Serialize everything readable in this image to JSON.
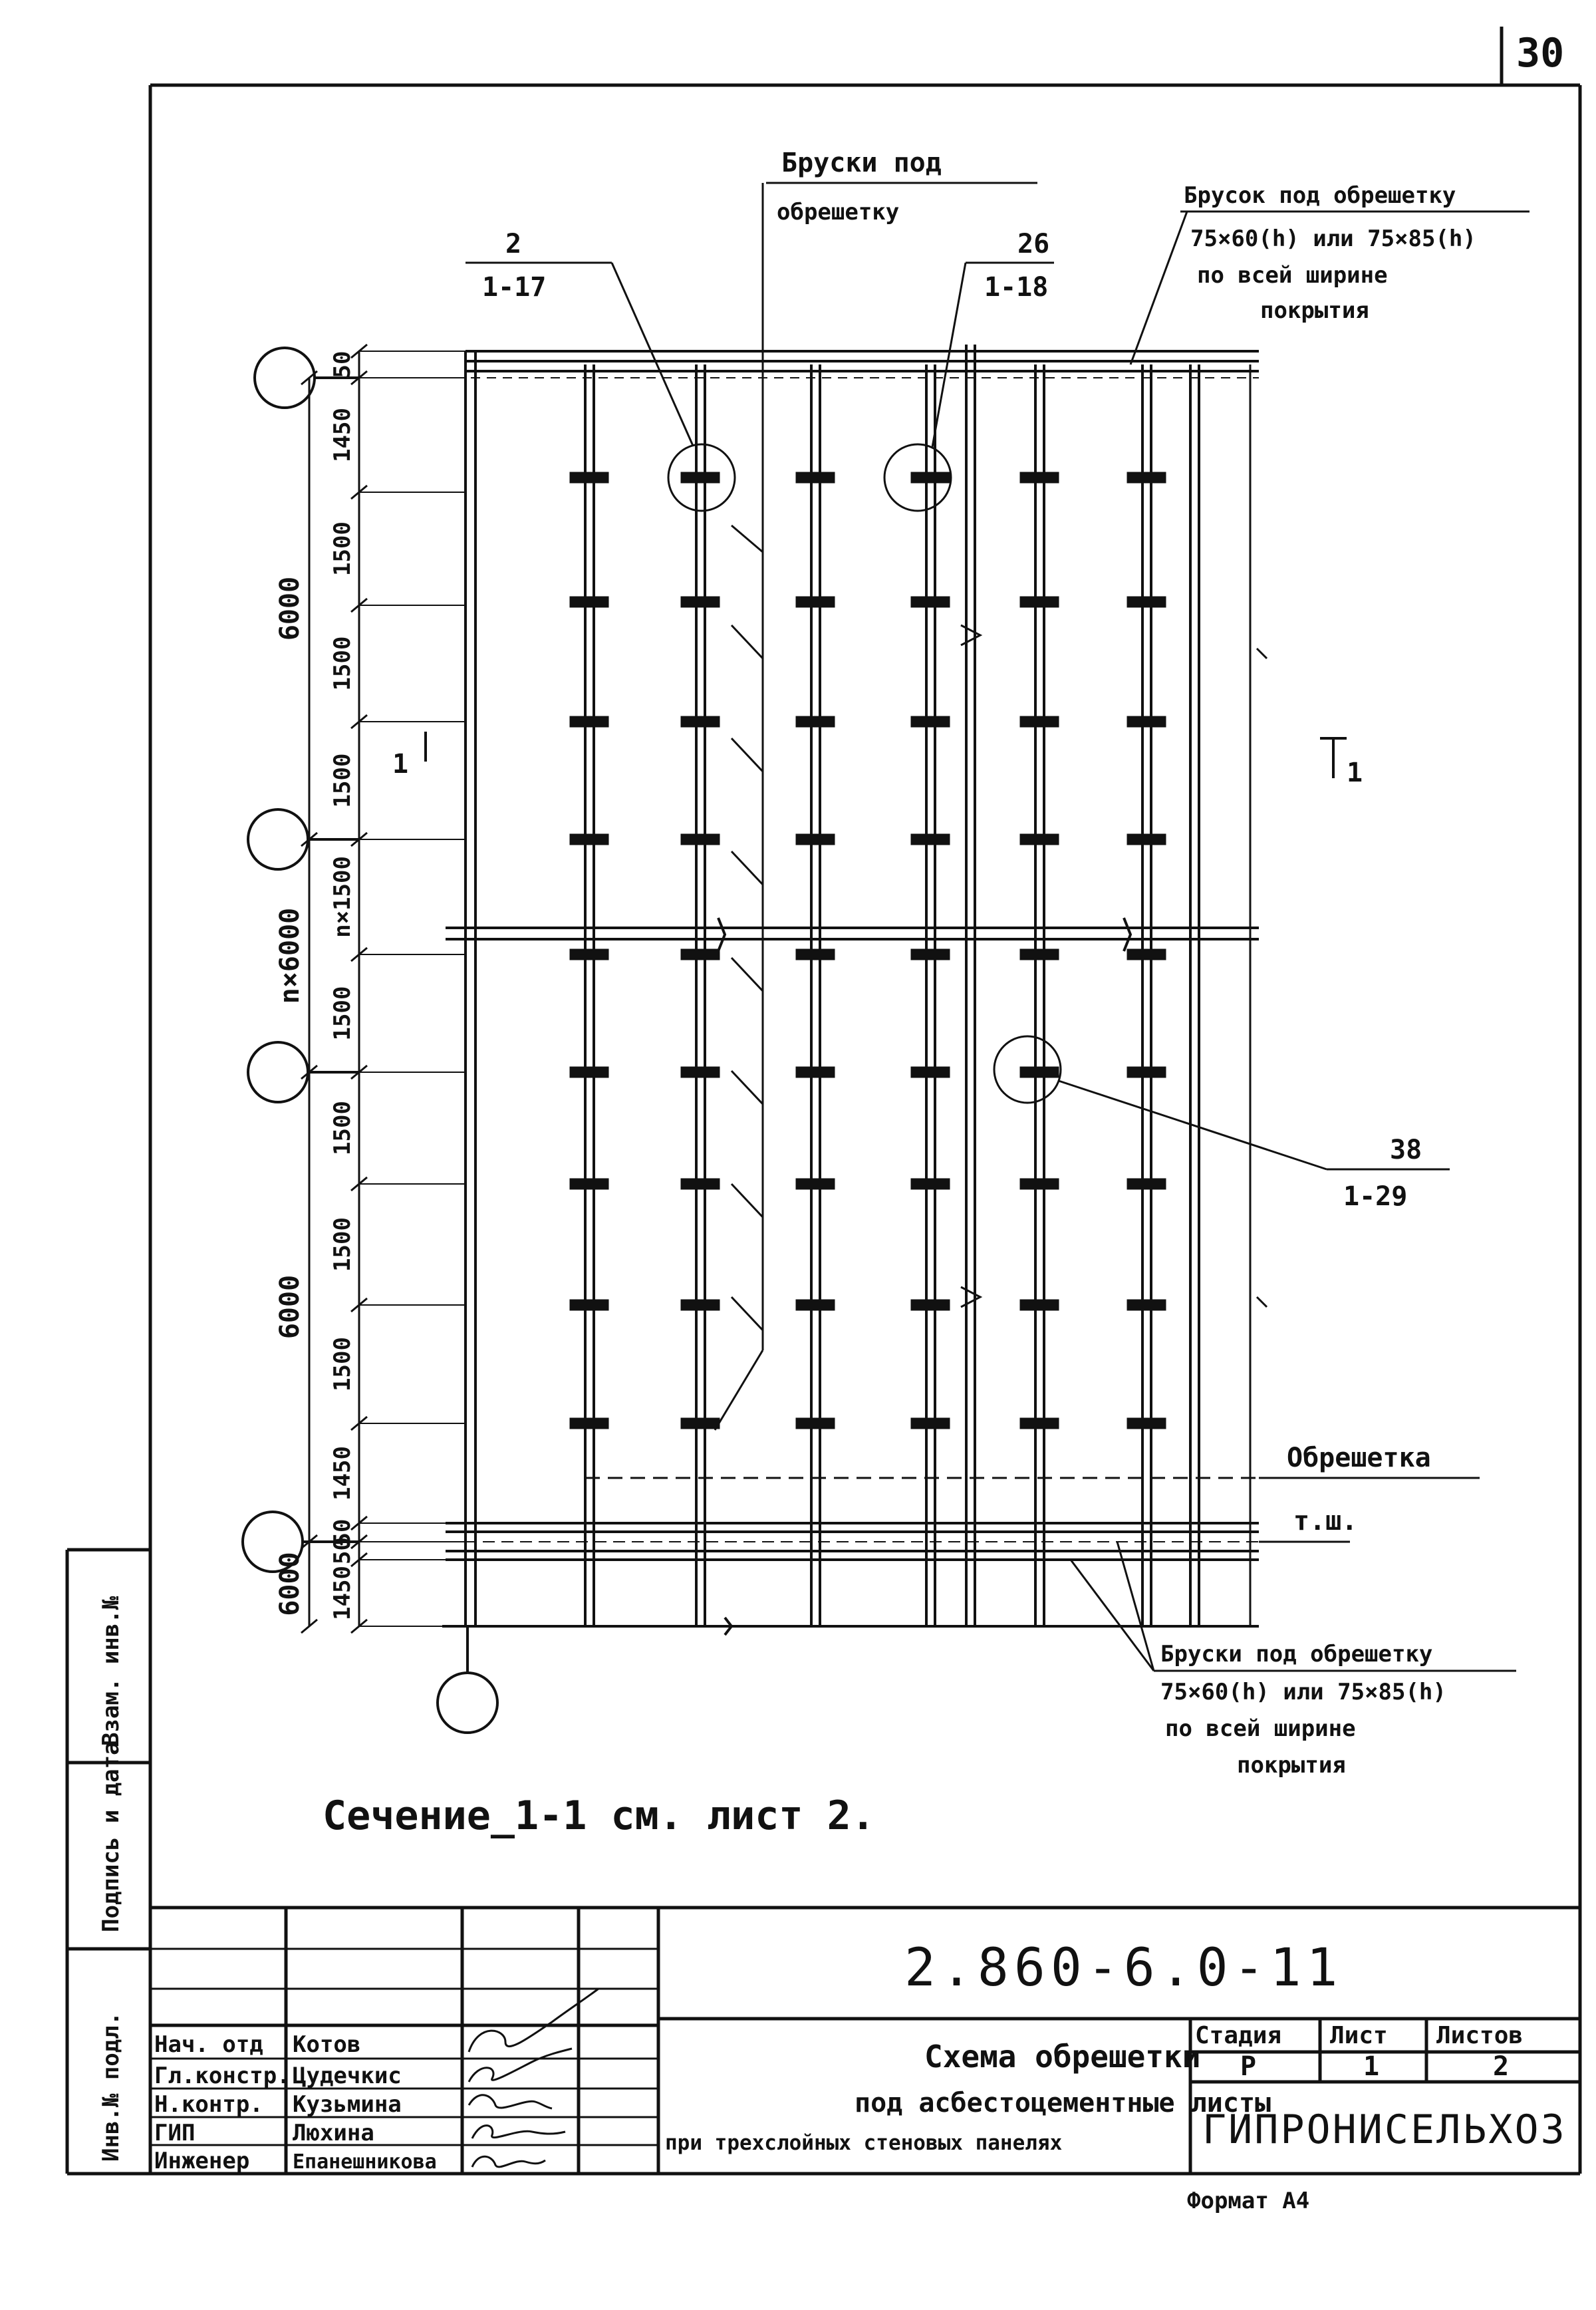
{
  "page_number": "30",
  "labels": {
    "bars_under_lathing_top": [
      "Бруски под",
      "обрешетку"
    ],
    "bar_under_lathing_right": [
      "Брусок под обрешетку",
      "75×60(h) или 75×85(h)",
      "по всей ширине",
      "покрытия"
    ],
    "bars_under_lathing_bottom": [
      "Бруски под обрешетку",
      "75×60(h) или 75×85(h)",
      "по всей ширине",
      "покрытия"
    ],
    "lathing": "Обрешетка",
    "ridge": "т.ш.",
    "section_note": "Сечение_1-1 см. лист 2.",
    "section_mark_left": "1",
    "section_mark_right": "1"
  },
  "callouts": [
    {
      "top": "2",
      "bottom": "1-17"
    },
    {
      "top": "26",
      "bottom": "1-18"
    },
    {
      "top": "38",
      "bottom": "1-29"
    }
  ],
  "dimensions": {
    "inner": [
      "50",
      "1450",
      "1500",
      "1500",
      "1500",
      "n×1500",
      "1500",
      "1500",
      "1500",
      "1500",
      "1450",
      "50",
      "50",
      "1450"
    ],
    "outer": [
      "6000",
      "n×6000",
      "6000",
      "6000"
    ]
  },
  "side_stamp": [
    "Инв.№ подл.",
    "Подпись и дата",
    "Взам. инв.№"
  ],
  "title_block": {
    "doc_number": "2.860-6.0-11",
    "title_lines": [
      "Схема обрешетки",
      "под асбестоцементные листы",
      "при трехслойных стеновых панелях"
    ],
    "stage_header": "Стадия",
    "sheet_header": "Лист",
    "sheets_header": "Листов",
    "stage": "Р",
    "sheet": "1",
    "sheets": "2",
    "organization": "ГИПРОНИСЕЛЬХОЗ",
    "format": "Формат А4",
    "signatures": [
      {
        "role": "Нач. отд",
        "name": "Котов"
      },
      {
        "role": "Гл.констр.",
        "name": "Цудечкис"
      },
      {
        "role": "Н.контр.",
        "name": "Кузьмина"
      },
      {
        "role": "ГИП",
        "name": "Люхина"
      },
      {
        "role": "Инженер",
        "name": "Епанешникова"
      }
    ]
  }
}
